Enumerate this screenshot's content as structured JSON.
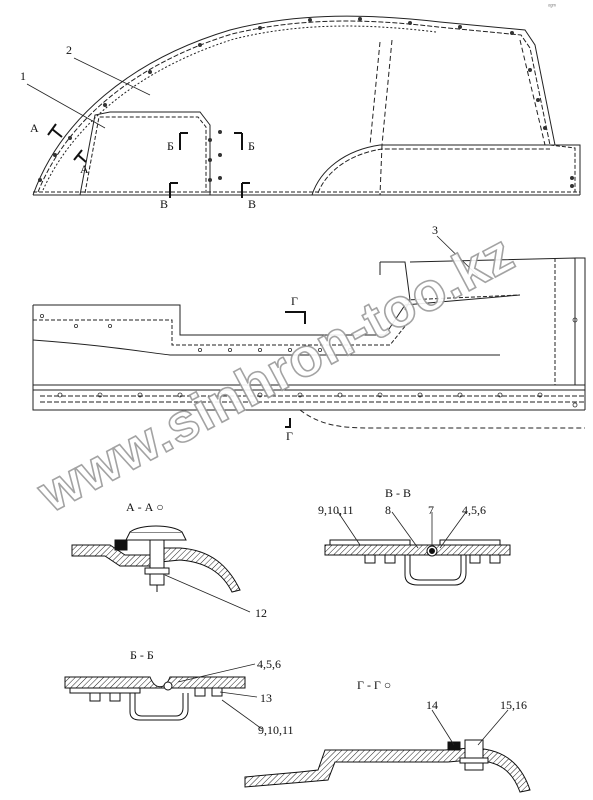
{
  "corner_code": "ᵒᵍᵐ",
  "watermark": "www.sinhron-too.kz",
  "callouts": {
    "c1": "1",
    "c2": "2",
    "c3": "3",
    "c4_5_6_vv": "4,5,6",
    "c7": "7",
    "c8": "8",
    "c9_10_11_vv": "9,10,11",
    "c12": "12",
    "c4_5_6_bb": "4,5,6",
    "c13": "13",
    "c9_10_11_bb": "9,10,11",
    "c14": "14",
    "c15_16": "15,16"
  },
  "section_marks": {
    "a_top": "А",
    "a_bottom": "А",
    "b_left": "Б",
    "b_right": "Б",
    "v_left": "В",
    "v_right": "В",
    "g_top": "Г",
    "g_bottom": "Г"
  },
  "section_titles": {
    "aa": "А - А",
    "vv": "В - В",
    "bb": "Б - Б",
    "gg": "Г - Г"
  }
}
